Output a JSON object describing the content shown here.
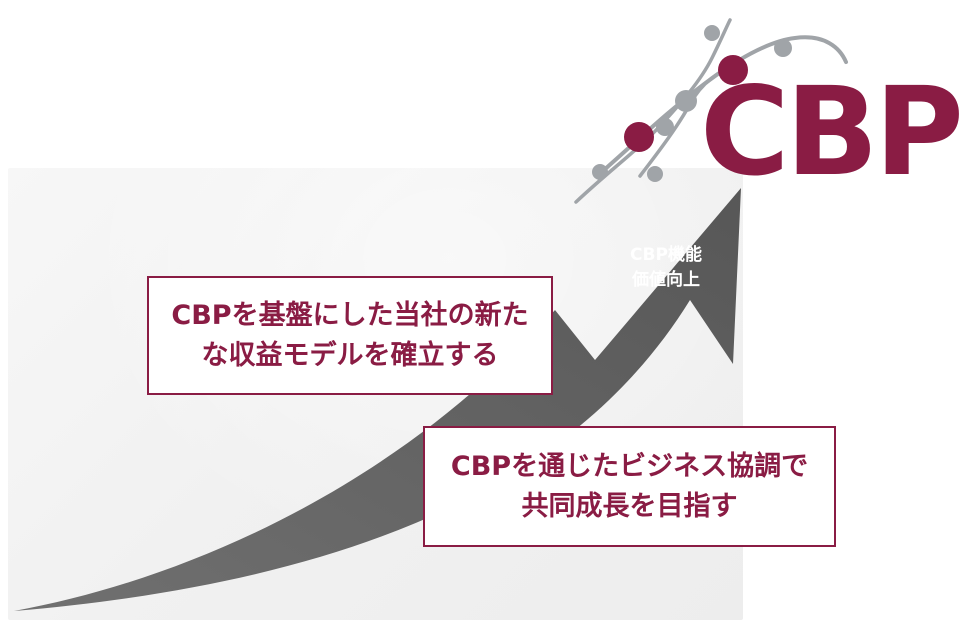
{
  "logo": {
    "text": "CBP",
    "brand_color": "#8a1c44",
    "accent_gray": "#a0a4a8"
  },
  "arrow": {
    "label_lines": [
      "CBP機能",
      "価値向上"
    ],
    "color": "#606060"
  },
  "boxes": [
    {
      "lines": [
        "CBPを基盤にした当社の新た",
        "な収益モデルを確立する"
      ]
    },
    {
      "lines": [
        "CBPを通じたビジネス協調で",
        "共同成長を目指す"
      ]
    }
  ]
}
